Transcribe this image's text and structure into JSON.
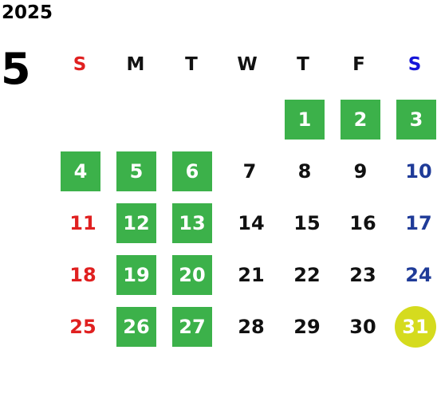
{
  "year": "2025",
  "month": "5",
  "weekdays": [
    "S",
    "M",
    "T",
    "W",
    "T",
    "F",
    "S"
  ],
  "weeks": [
    [
      "",
      "",
      "",
      "",
      "1",
      "2",
      "3"
    ],
    [
      "4",
      "5",
      "6",
      "7",
      "8",
      "9",
      "10"
    ],
    [
      "11",
      "12",
      "13",
      "14",
      "15",
      "16",
      "17"
    ],
    [
      "18",
      "19",
      "20",
      "21",
      "22",
      "23",
      "24"
    ],
    [
      "25",
      "26",
      "27",
      "28",
      "29",
      "30",
      "31"
    ]
  ],
  "highlight_color": "#3cb14a",
  "today_color": "#d5db1e",
  "sunday_color": "#e02020",
  "saturday_color": "#1f3b98"
}
